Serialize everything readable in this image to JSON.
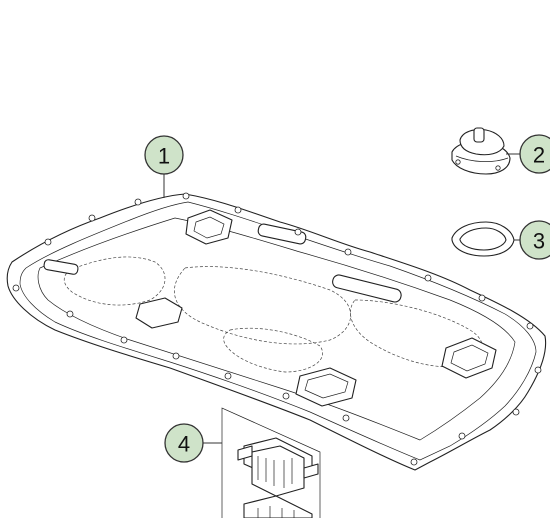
{
  "callouts": [
    {
      "id": "1",
      "label": "1",
      "part": "battery-tray-cover"
    },
    {
      "id": "2",
      "label": "2",
      "part": "connector-housing"
    },
    {
      "id": "3",
      "label": "3",
      "part": "gasket"
    },
    {
      "id": "4",
      "label": "4",
      "part": "connector-module"
    }
  ],
  "colors": {
    "callout_fill": "#cfe3c9",
    "line": "#222222",
    "background": "#ffffff"
  }
}
